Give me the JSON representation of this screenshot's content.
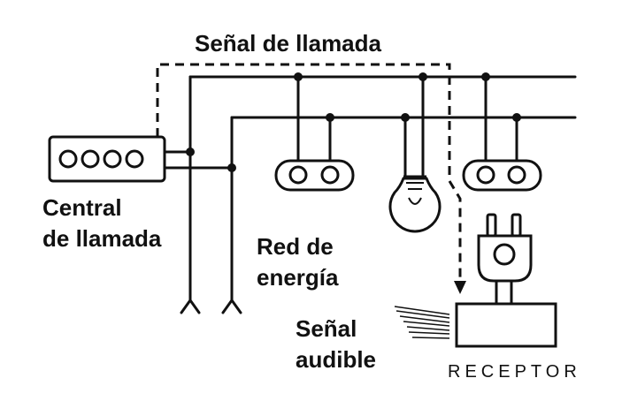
{
  "labels": {
    "call_signal": "Señal de llamada",
    "call_center_line1": "Central",
    "call_center_line2": "de llamada",
    "power_grid_line1": "Red de",
    "power_grid_line2": "energía",
    "audible_line1": "Señal",
    "audible_line2": "audible",
    "receiver": "RECEPTOR"
  },
  "colors": {
    "ink": "#111111",
    "background": "#ffffff"
  }
}
